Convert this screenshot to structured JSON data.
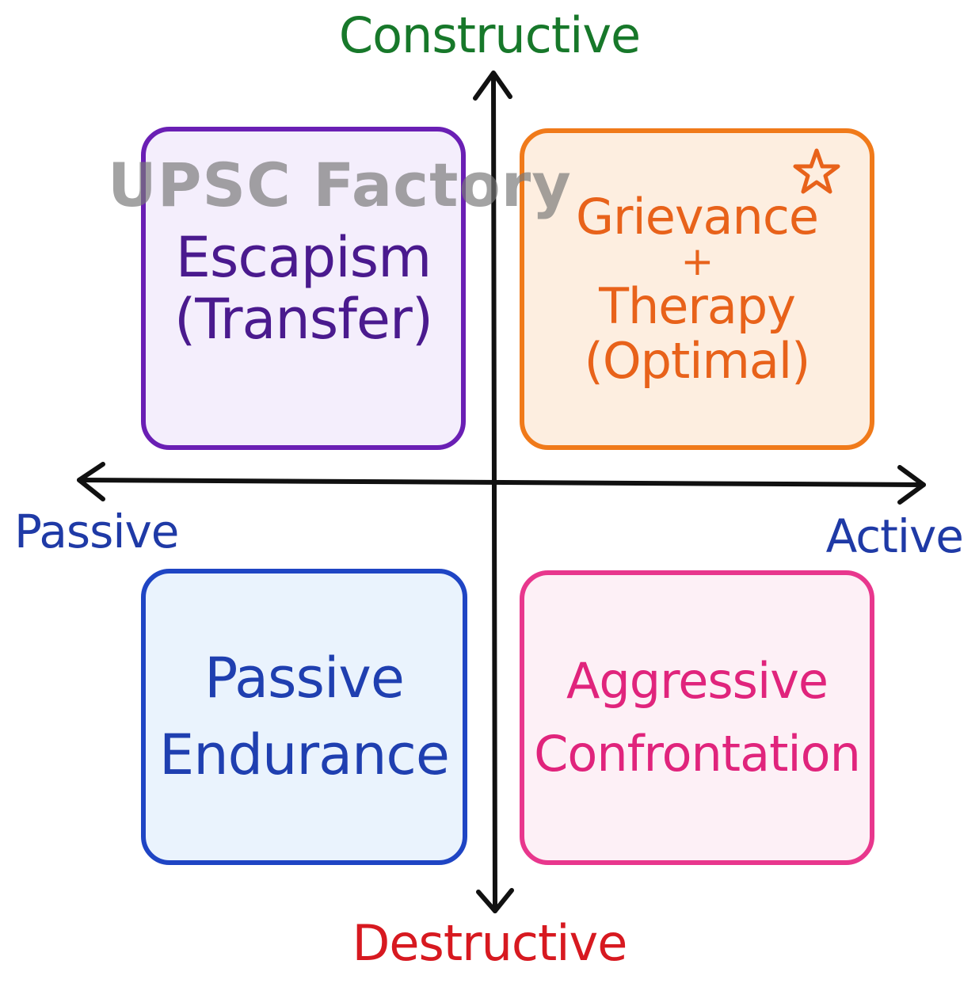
{
  "axes": {
    "top": "Constructive",
    "bottom": "Destructive",
    "left": "Passive",
    "right": "Active"
  },
  "quadrants": {
    "top_left": {
      "lines": [
        "Escapism",
        "(Transfer)"
      ]
    },
    "top_right": {
      "lines": [
        "Grievance",
        "+",
        "Therapy",
        "(Optimal)"
      ],
      "icon": "star-icon"
    },
    "bottom_left": {
      "lines": [
        "Passive",
        "Endurance"
      ]
    },
    "bottom_right": {
      "lines": [
        "Aggressive",
        "Confrontation"
      ]
    }
  },
  "watermark": "UPSC Factory",
  "colors": {
    "axis_line": "#111111",
    "constructive": "#17782a",
    "destructive": "#d71920",
    "passive_active": "#1f3aa6",
    "top_left_border": "#6a1fb4",
    "top_left_fill": "#f4eefc",
    "top_left_text": "#4a1a8e",
    "top_right_border": "#f07a1a",
    "top_right_fill": "#fdeee0",
    "top_right_text": "#e8621a",
    "bottom_left_border": "#1f45c4",
    "bottom_left_fill": "#eaf3fd",
    "bottom_left_text": "#1f3fb0",
    "bottom_right_border": "#e8378d",
    "bottom_right_fill": "#fdf0f6",
    "bottom_right_text": "#e0247c",
    "star": "#e8621a"
  }
}
